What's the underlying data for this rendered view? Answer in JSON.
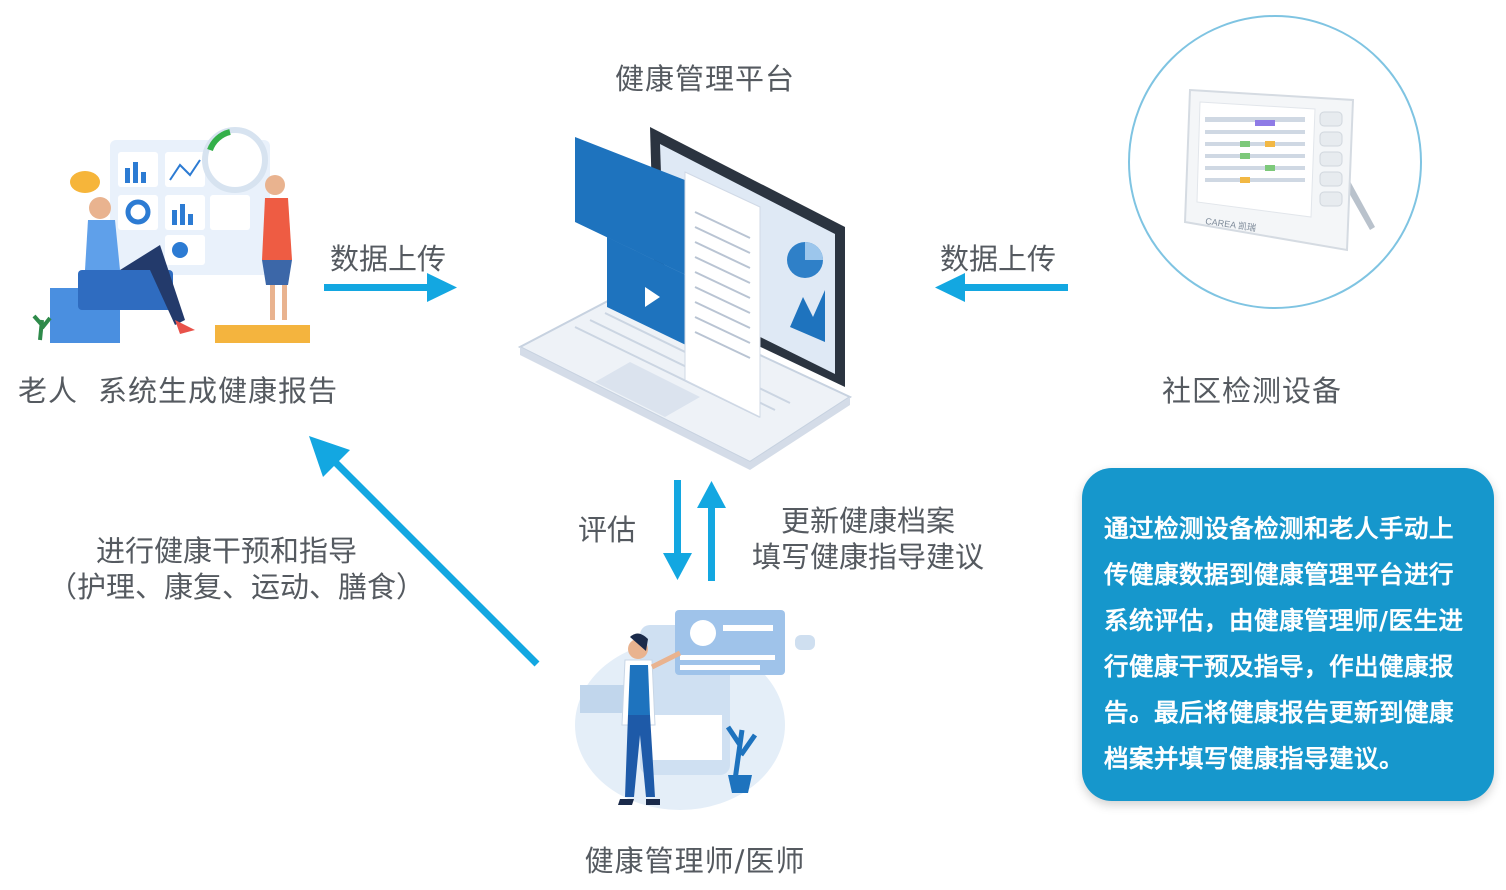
{
  "nodes": {
    "platform": "健康管理平台",
    "elderly": "老人",
    "elderly_report": "系统生成健康报告",
    "device": "社区检测设备",
    "manager": "健康管理师/医师"
  },
  "edges": {
    "upload_left": "数据上传",
    "upload_right": "数据上传",
    "evaluate": "评估",
    "update_line1": "更新健康档案",
    "update_line2": "填写健康指导建议",
    "intervene_line1": "进行健康干预和指导",
    "intervene_line2": "（护理、康复、运动、膳食）"
  },
  "info_box": {
    "text": "通过检测设备检测和老人手动上传健康数据到健康管理平台进行系统评估，由健康管理师/医生进行健康干预及指导，作出健康报告。最后将健康报告更新到健康档案并填写健康指导建议。"
  },
  "device_brand": "CAREA 凯瑞",
  "colors": {
    "arrow": "#13a7e1",
    "info_bg": "#1697cc",
    "illustration_blue": "#1e73be"
  },
  "icons": [
    "elderly-illustration",
    "laptop-illustration",
    "device-illustration",
    "doctor-illustration"
  ]
}
